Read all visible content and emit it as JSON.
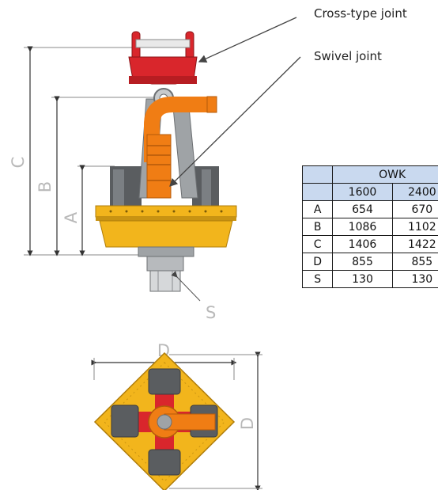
{
  "callouts": {
    "cross_type_joint": "Cross-type joint",
    "swivel_joint": "Swivel joint"
  },
  "dimension_labels": {
    "A": "A",
    "B": "B",
    "C": "C",
    "D_top": "D",
    "D_side": "D",
    "S": "S"
  },
  "table": {
    "group_header": "OWK",
    "columns": [
      "1600",
      "2400"
    ],
    "rows": [
      {
        "label": "A",
        "values": [
          "654",
          "670"
        ]
      },
      {
        "label": "B",
        "values": [
          "1086",
          "1102"
        ]
      },
      {
        "label": "C",
        "values": [
          "1406",
          "1422"
        ]
      },
      {
        "label": "D",
        "values": [
          "855",
          "855"
        ]
      },
      {
        "label": "S",
        "values": [
          "130",
          "130"
        ]
      }
    ]
  },
  "colors": {
    "cross_joint": "#d9262c",
    "swivel_joint": "#f07d14",
    "body": "#f2b51c",
    "frame": "#9fa3a6",
    "block": "#5a5d60",
    "header_fill": "#c9d9ef"
  }
}
